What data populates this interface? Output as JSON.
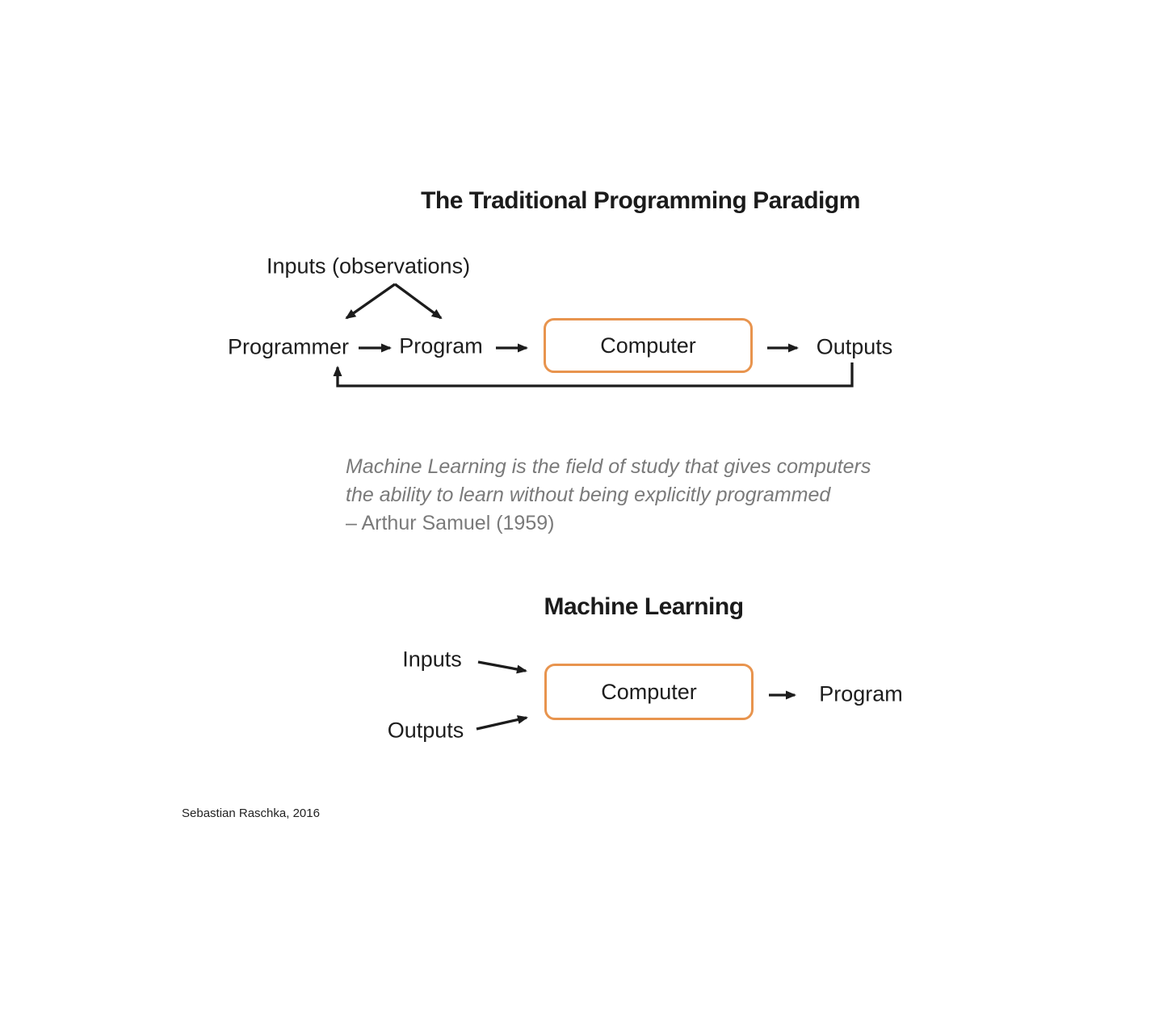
{
  "colors": {
    "background": "#ffffff",
    "accent_orange": "#e8944e",
    "text_black": "#1d1d1d",
    "quote_gray": "#7a7a7a",
    "arrow_black": "#1c1c1c"
  },
  "traditional": {
    "title": "The Traditional Programming Paradigm",
    "inputs_label": "Inputs (observations)",
    "programmer_label": "Programmer",
    "program_label": "Program",
    "computer_label": "Computer",
    "outputs_label": "Outputs"
  },
  "quote": {
    "line1": "Machine Learning is the field of study that gives computers",
    "line2": "the ability to learn without being explicitly programmed",
    "attribution": "– Arthur Samuel (1959)"
  },
  "ml": {
    "title": "Machine Learning",
    "inputs_label": "Inputs",
    "outputs_label": "Outputs",
    "computer_label": "Computer",
    "program_label": "Program"
  },
  "footer": {
    "credit": "Sebastian Raschka, 2016"
  }
}
